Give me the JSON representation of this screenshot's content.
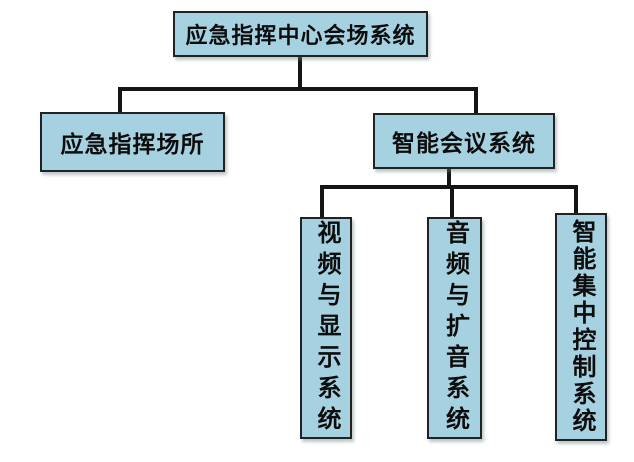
{
  "diagram": {
    "type": "hierarchy-org-chart",
    "colors": {
      "background": "#ffffff",
      "node_fill": "#a5d1e0",
      "node_border": "#222222",
      "connector": "#151515",
      "text": "#0d0d0d"
    },
    "root": {
      "label": "应急指挥中心会场系统"
    },
    "children": [
      {
        "label": "应急指挥场所"
      },
      {
        "label": "智能会议系统"
      }
    ],
    "conference_subsystems": [
      {
        "label": "视频与显示系统"
      },
      {
        "label": "音频与扩音系统"
      },
      {
        "label": "智能集中控制系统"
      }
    ]
  }
}
